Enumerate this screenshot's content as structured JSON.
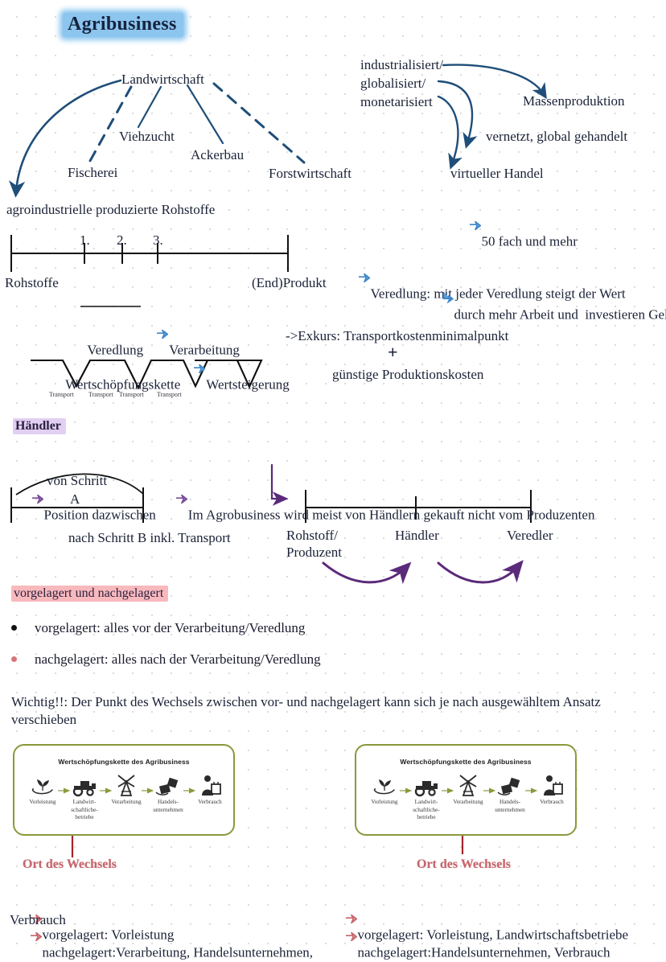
{
  "page": {
    "title": "Agribusiness",
    "accent_blue": "#1f4e79",
    "highlight_blue": "#8cc5ee",
    "highlight_purple": "#e2cff2",
    "highlight_pink": "#f8b9bd",
    "purple_ink": "#5b2a7a",
    "green_box": "#8a9a3b",
    "red_line": "#a6242c"
  },
  "mindmap": {
    "root": "Landwirtschaft",
    "branches": [
      "Fischerei",
      "Viehzucht",
      "Ackerbau",
      "Forstwirtschaft"
    ],
    "outcome": "agroindustrielle produzierte Rohstoffe"
  },
  "globalization": {
    "source_lines": [
      "industrialisiert/",
      "globalisiert/",
      "monetarisiert"
    ],
    "targets": [
      "Massenproduktion",
      "vernetzt, global gehandelt",
      "virtueller Handel"
    ],
    "sub_note": "50 fach und mehr"
  },
  "timeline": {
    "ticks": [
      "1.",
      "2.",
      "3."
    ],
    "start_label": "Rohstoffe",
    "end_label": "(End)Produkt"
  },
  "value_chain": {
    "veredlung_left": "Veredlung",
    "veredlung_right": "Verarbeitung",
    "wertschoepfung_left": "Wertschöpfungskette",
    "wertschoepfung_right": "Wertsteigerung",
    "transport_labels": [
      "Transport",
      "Transport",
      "Transport",
      "Transport"
    ]
  },
  "notes_right": {
    "veredlung_note": "Veredlung: mit jeder Veredlung steigt der Wert",
    "veredlung_sub": "durch mehr Arbeit und  investieren Geld",
    "exkurs": "->Exkurs: Transportkostenminimalpunkt",
    "plus": "+",
    "produktionskosten": "günstige Produktionskosten"
  },
  "haendler": {
    "heading": "Händler",
    "point_1": "Position dazwischen",
    "point_2": "Im Agrobusiness wird meist von Händlern gekauft nicht vom Produzenten",
    "arc_label_line1": "von Schritt",
    "arc_label_line2": "A",
    "arc_caption": "nach Schritt B inkl. Transport",
    "axis_labels": [
      "Rohstoff/",
      "Produzent",
      "Händler",
      "Veredler"
    ]
  },
  "vor_nach": {
    "heading": "vorgelagert und nachgelagert",
    "bullets": [
      "vorgelagert: alles vor der Verarbeitung/Veredlung",
      "nachgelagert: alles nach der Verarbeitung/Veredlung"
    ],
    "important_line1": "Wichtig!!: Der Punkt des Wechsels zwischen vor- und nachgelagert kann sich je nach ausgewähltem Ansatz",
    "important_line2": "verschieben"
  },
  "diagram_boxes": [
    {
      "title": "Wertschöpfungskette des Agribusiness",
      "nodes": [
        {
          "icon": "sprout-in-hand-icon",
          "label": "Vorleistung"
        },
        {
          "icon": "tractor-icon",
          "label": "Landwirt-\nschaftliche-\nbetriebe"
        },
        {
          "icon": "windmill-icon",
          "label": "Verarbeitung"
        },
        {
          "icon": "package-handoff-icon",
          "label": "Handels-\nunternehmen"
        },
        {
          "icon": "shopper-icon",
          "label": "Verbrauch"
        }
      ],
      "marker_node_index": 1,
      "caption_title": "Ort des Wechsels",
      "caption_lines": [
        "vorgelagert: Vorleistung",
        "nachgelagert:Verarbeitung, Handelsunternehmen,",
        "Verbrauch"
      ]
    },
    {
      "title": "Wertschöpfungskette des Agribusiness",
      "nodes": [
        {
          "icon": "sprout-in-hand-icon",
          "label": "Vorleistung"
        },
        {
          "icon": "tractor-icon",
          "label": "Landwirt-\nschaftliche-\nbetriebe"
        },
        {
          "icon": "windmill-icon",
          "label": "Verarbeitung"
        },
        {
          "icon": "package-handoff-icon",
          "label": "Handels-\nunternehmen"
        },
        {
          "icon": "shopper-icon",
          "label": "Verbrauch"
        }
      ],
      "marker_node_index": 2,
      "caption_title": "Ort des Wechsels",
      "caption_lines": [
        "vorgelagert: Vorleistung, Landwirtschaftsbetriebe",
        "nachgelagert:Handelsunternehmen, Verbrauch"
      ]
    }
  ]
}
